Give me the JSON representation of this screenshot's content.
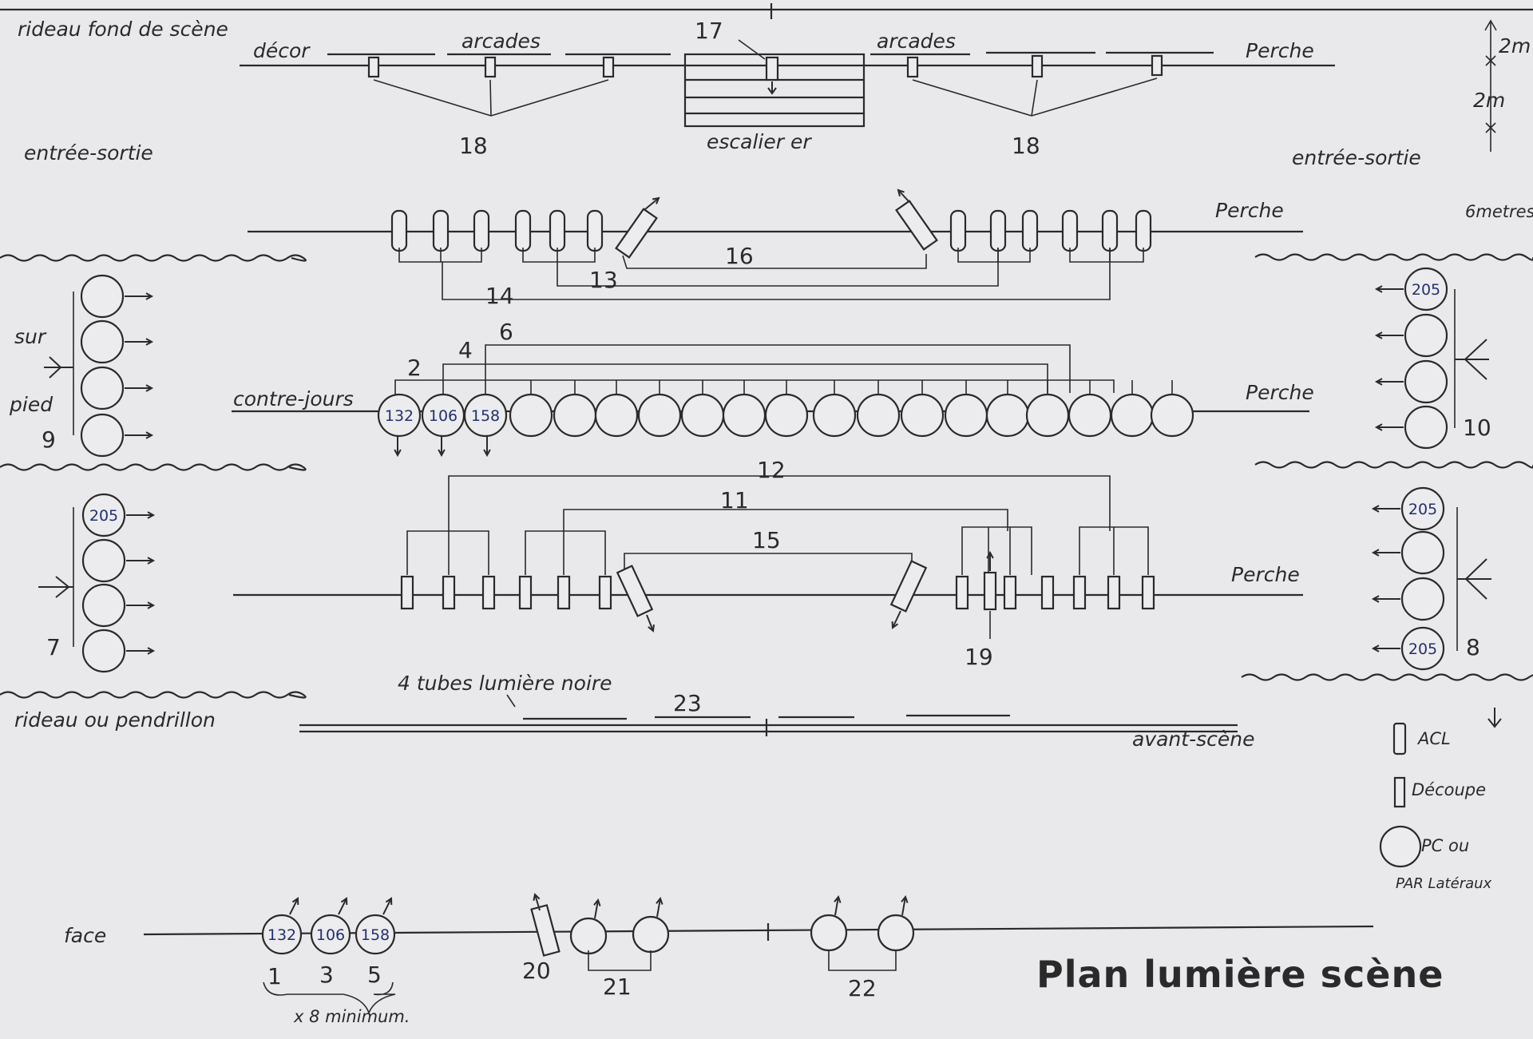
{
  "title": "Plan lumière scène",
  "labels": {
    "rideau_fond": "rideau fond de scène",
    "decor": "décor",
    "arcades_left": "arcades",
    "arcades_right": "arcades",
    "perche_1": "Perche",
    "perche_2": "Perche",
    "perche_3": "Perche",
    "perche_4": "Perche",
    "escalier": "escalier er",
    "entree_left": "entrée-sortie",
    "entree_right": "entrée-sortie",
    "dim_top": "2m",
    "dim_mid": "2m",
    "dim_6": "6metres",
    "sur": "sur",
    "pied": "pied",
    "contre_jours": "contre-jours",
    "tubes": "4 tubes lumière noire",
    "rideau_pendrillon": "rideau ou pendrillon",
    "avant_scene": "avant-scène",
    "face": "face",
    "x8": "x 8 minimum."
  },
  "numbers": {
    "n1": "1",
    "n2": "2",
    "n3": "3",
    "n4": "4",
    "n5": "5",
    "n6": "6",
    "n7": "7",
    "n8": "8",
    "n9": "9",
    "n10": "10",
    "n11": "11",
    "n12": "12",
    "n13": "13",
    "n14": "14",
    "n15": "15",
    "n16": "16",
    "n17": "17",
    "n18a": "18",
    "n18b": "18",
    "n19": "19",
    "n20": "20",
    "n21": "21",
    "n22": "22",
    "n23": "23"
  },
  "gels": {
    "cj1": "132",
    "cj2": "106",
    "cj3": "158",
    "face1": "132",
    "face2": "106",
    "face3": "158",
    "tower10_top": "205",
    "tower7_top": "205",
    "tower8_top": "205",
    "tower8_bottom": "205"
  },
  "legend": {
    "acl": "ACL",
    "decoupe": "Découpe",
    "pc": "PC ou",
    "par": "PAR Latéraux"
  }
}
